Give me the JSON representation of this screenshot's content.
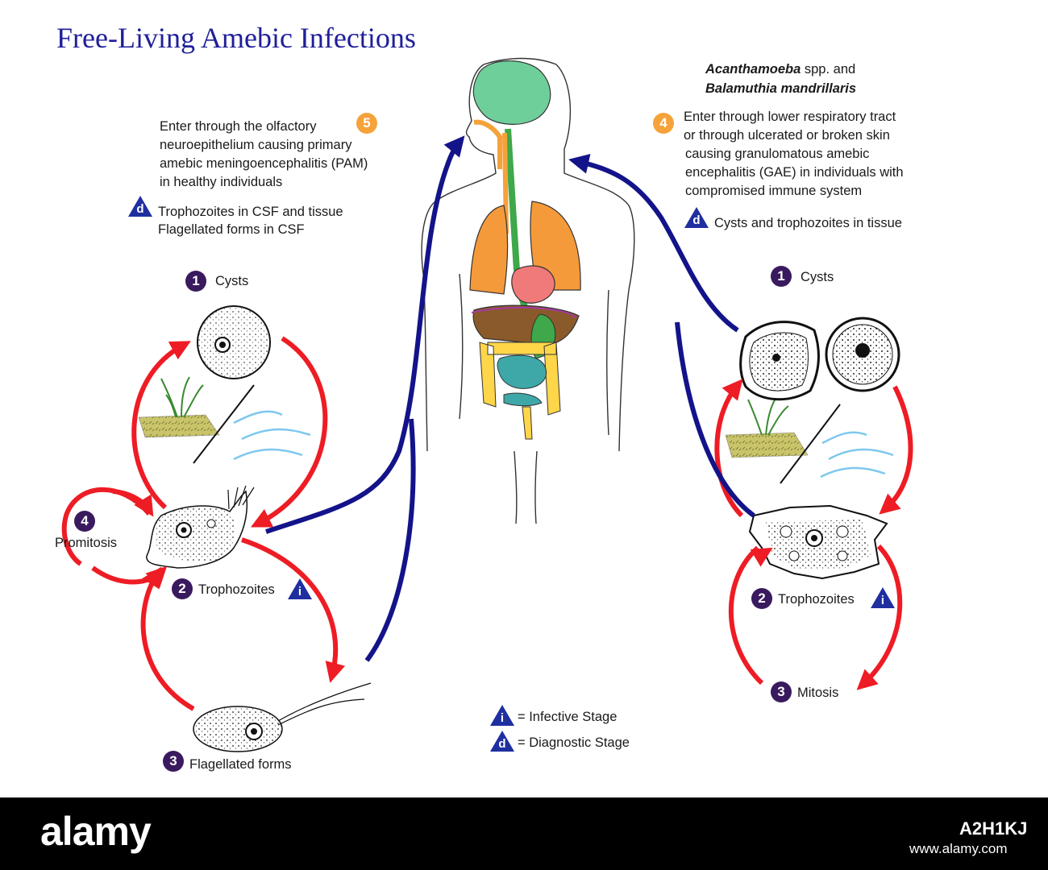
{
  "title": "Free-Living Amebic Infections",
  "species": {
    "line1_name": "Acanthamoeba",
    "line1_rest": " spp. and",
    "line2_name": "Balamuthia mandrillaris"
  },
  "step5": {
    "number": "5",
    "lines": [
      "Enter through the olfactory",
      "neuroepithelium causing primary",
      "amebic meningoencephalitis (PAM)",
      "in healthy individuals"
    ],
    "diag_letter": "d",
    "diag_lines": [
      "Trophozoites in CSF and tissue",
      "Flagellated forms in CSF"
    ]
  },
  "step4_right": {
    "number": "4",
    "lines": [
      "Enter through lower respiratory tract",
      "or through ulcerated or broken skin",
      "causing granulomatous amebic",
      "encephalitis (GAE) in individuals with",
      "compromised immune system"
    ],
    "diag_letter": "d",
    "diag_text": "Cysts and trophozoites in tissue"
  },
  "left_cycle": {
    "cysts": {
      "number": "1",
      "label": "Cysts"
    },
    "trophozoites": {
      "number": "2",
      "label": "Trophozoites",
      "marker": "i"
    },
    "flagellated": {
      "number": "3",
      "label": "Flagellated forms"
    },
    "promitosis": {
      "number": "4",
      "label": "Promitosis"
    }
  },
  "right_cycle": {
    "cysts": {
      "number": "1",
      "label": "Cysts"
    },
    "trophozoites": {
      "number": "2",
      "label": "Trophozoites",
      "marker": "i"
    },
    "mitosis": {
      "number": "3",
      "label": "Mitosis"
    }
  },
  "legend": [
    {
      "letter": "i",
      "text": "= Infective Stage"
    },
    {
      "letter": "d",
      "text": "= Diagnostic Stage"
    }
  ],
  "footer": {
    "logo": "alamy",
    "code": "A2H1KJ",
    "site": "www.alamy.com"
  },
  "colors": {
    "title": "#1f1f99",
    "red_arrow": "#ee1c24",
    "blue_arrow": "#13138a",
    "badge_purple": "#3a1a5e",
    "badge_orange": "#f5a23a",
    "triangle": "#1f2fa0"
  }
}
